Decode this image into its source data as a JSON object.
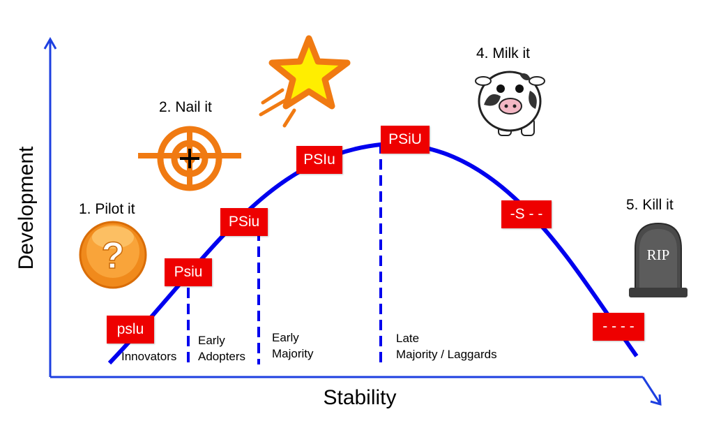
{
  "axes": {
    "x_label": "Stability",
    "y_label": "Development"
  },
  "steps": [
    "1. Pilot it",
    "2. Nail it",
    "4. Milk it",
    "5. Kill it"
  ],
  "stages": [
    "pslu",
    "Psiu",
    "PSiu",
    "PSIu",
    "PSiU",
    "-S - -",
    "- - - -"
  ],
  "segments": [
    {
      "line1": "Innovators",
      "line2": ""
    },
    {
      "line1": "Early",
      "line2": "Adopters"
    },
    {
      "line1": "Early",
      "line2": "Majority"
    },
    {
      "line1": "Late",
      "line2": "Majority / Laggards"
    }
  ],
  "tombstone_text": "RIP",
  "colors": {
    "curve": "#0000ee",
    "axis": "#1d3fe0",
    "box": "#ee0000",
    "box_text": "#ffffff",
    "icon_orange": "#f07a12"
  }
}
